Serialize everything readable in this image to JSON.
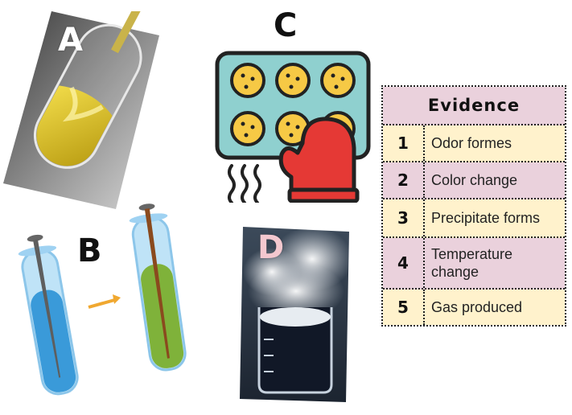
{
  "labels": {
    "a": "A",
    "b": "B",
    "c": "C",
    "d": "D"
  },
  "evidence": {
    "title": "Evidence",
    "rows": [
      {
        "num": "1",
        "text": "Odor formes",
        "color": "#fff2cc"
      },
      {
        "num": "2",
        "text": "Color change",
        "color": "#ead1dc"
      },
      {
        "num": "3",
        "text": "Precipitate forms",
        "color": "#fff2cc"
      },
      {
        "num": "4",
        "text": "Temperature change",
        "color": "#ead1dc"
      },
      {
        "num": "5",
        "text": "Gas produced",
        "color": "#fff2cc"
      }
    ]
  },
  "colors": {
    "header_bg": "#ead1dc",
    "row_odd": "#fff2cc",
    "row_even": "#ead1dc",
    "yellow_liquid": "#e8c81e",
    "blue_liquid": "#3a9ad9",
    "green_liquid": "#7fb23a",
    "oven_mitt": "#e53935",
    "cookie": "#f6c945",
    "tray": "#8fd0cf",
    "arrow": "#f0a830"
  },
  "icons": [
    "test-tube-icon",
    "cookie-tray-icon",
    "oven-mitt-icon",
    "heat-waves-icon",
    "nail-icon",
    "arrow-icon",
    "beaker-icon"
  ]
}
